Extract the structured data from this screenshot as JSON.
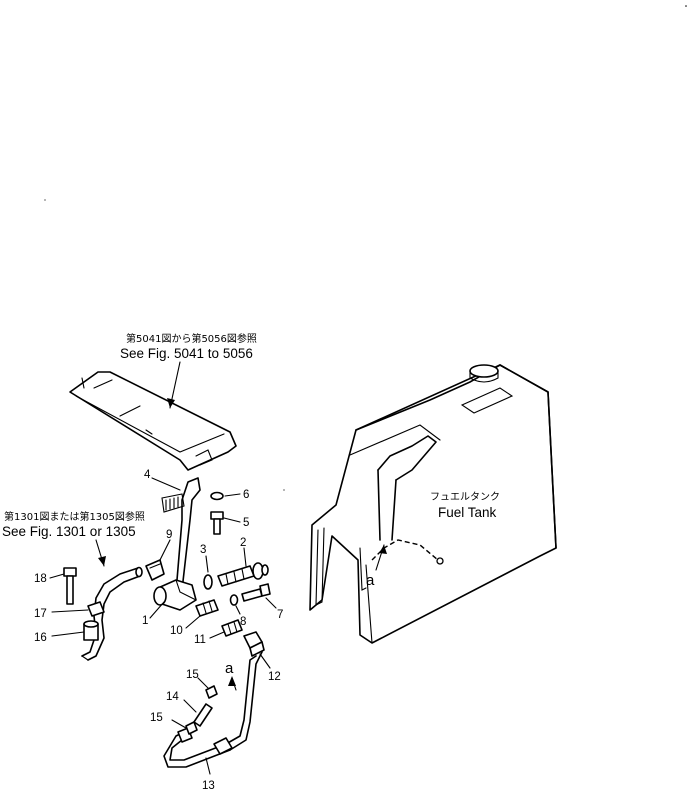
{
  "references": {
    "cover_jp": "第5041図から第5056図参照",
    "cover_en": "See Fig. 5041 to 5056",
    "hose_jp": "第1301図または第1305図参照",
    "hose_en": "See Fig. 1301 or 1305"
  },
  "tank": {
    "label_jp": "フュエルタンク",
    "label_en": "Fuel Tank",
    "connection_mark": "a"
  },
  "pipe_connection_mark": "a",
  "part_numbers": [
    "1",
    "2",
    "3",
    "4",
    "5",
    "6",
    "7",
    "8",
    "9",
    "10",
    "11",
    "12",
    "13",
    "14",
    "15",
    "15",
    "16",
    "17",
    "18"
  ]
}
